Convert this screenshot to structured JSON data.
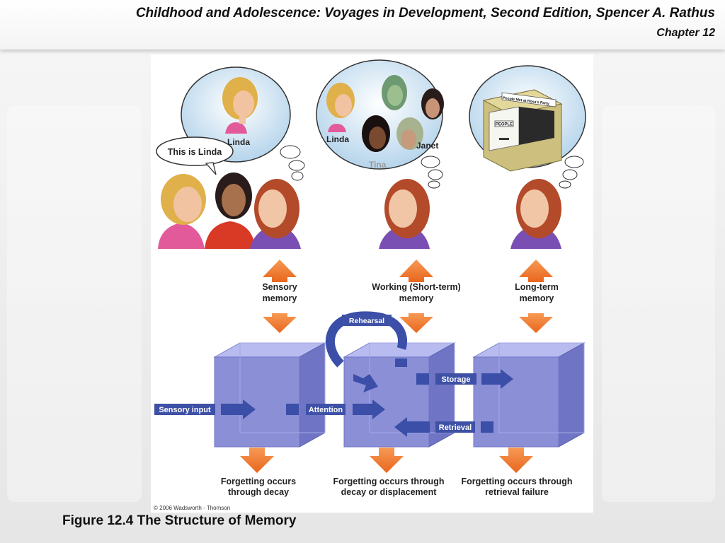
{
  "header": {
    "title": "Childhood and Adolescence: Voyages in Development, Second Edition, Spencer A. Rathus",
    "chapter": "Chapter 12"
  },
  "figure": {
    "speech_bubble": "This is Linda",
    "thought1": {
      "name": "Linda"
    },
    "thought2": {
      "names": [
        "Linda",
        "Janet",
        "Tina"
      ]
    },
    "thought3": {
      "folder_label": "People Met at Rosa's Party",
      "drawer_label": "PEOPLE"
    },
    "stages": {
      "sensory": [
        "Sensory",
        "memory"
      ],
      "working": [
        "Working (Short-term)",
        "memory"
      ],
      "longterm": [
        "Long-term",
        "memory"
      ]
    },
    "flow_labels": {
      "rehearsal": "Rehearsal",
      "sensory_input": "Sensory input",
      "attention": "Attention",
      "storage": "Storage",
      "retrieval": "Retrieval"
    },
    "forgetting": {
      "sensory": [
        "Forgetting occurs",
        "through decay"
      ],
      "working": [
        "Forgetting occurs through",
        "decay or displacement"
      ],
      "longterm": [
        "Forgetting occurs through",
        "retrieval failure"
      ]
    },
    "copyright": "© 2006 Wadsworth - Thomson"
  },
  "caption": "Figure 12.4 The Structure of Memory",
  "colors": {
    "cube_front": "#8a8fd6",
    "cube_top": "#b7bbef",
    "cube_side": "#6f74c4",
    "arrow_dark": "#3b4ea8",
    "arrow_orange": "#f07a2a",
    "label_box": "#3e51a6"
  }
}
